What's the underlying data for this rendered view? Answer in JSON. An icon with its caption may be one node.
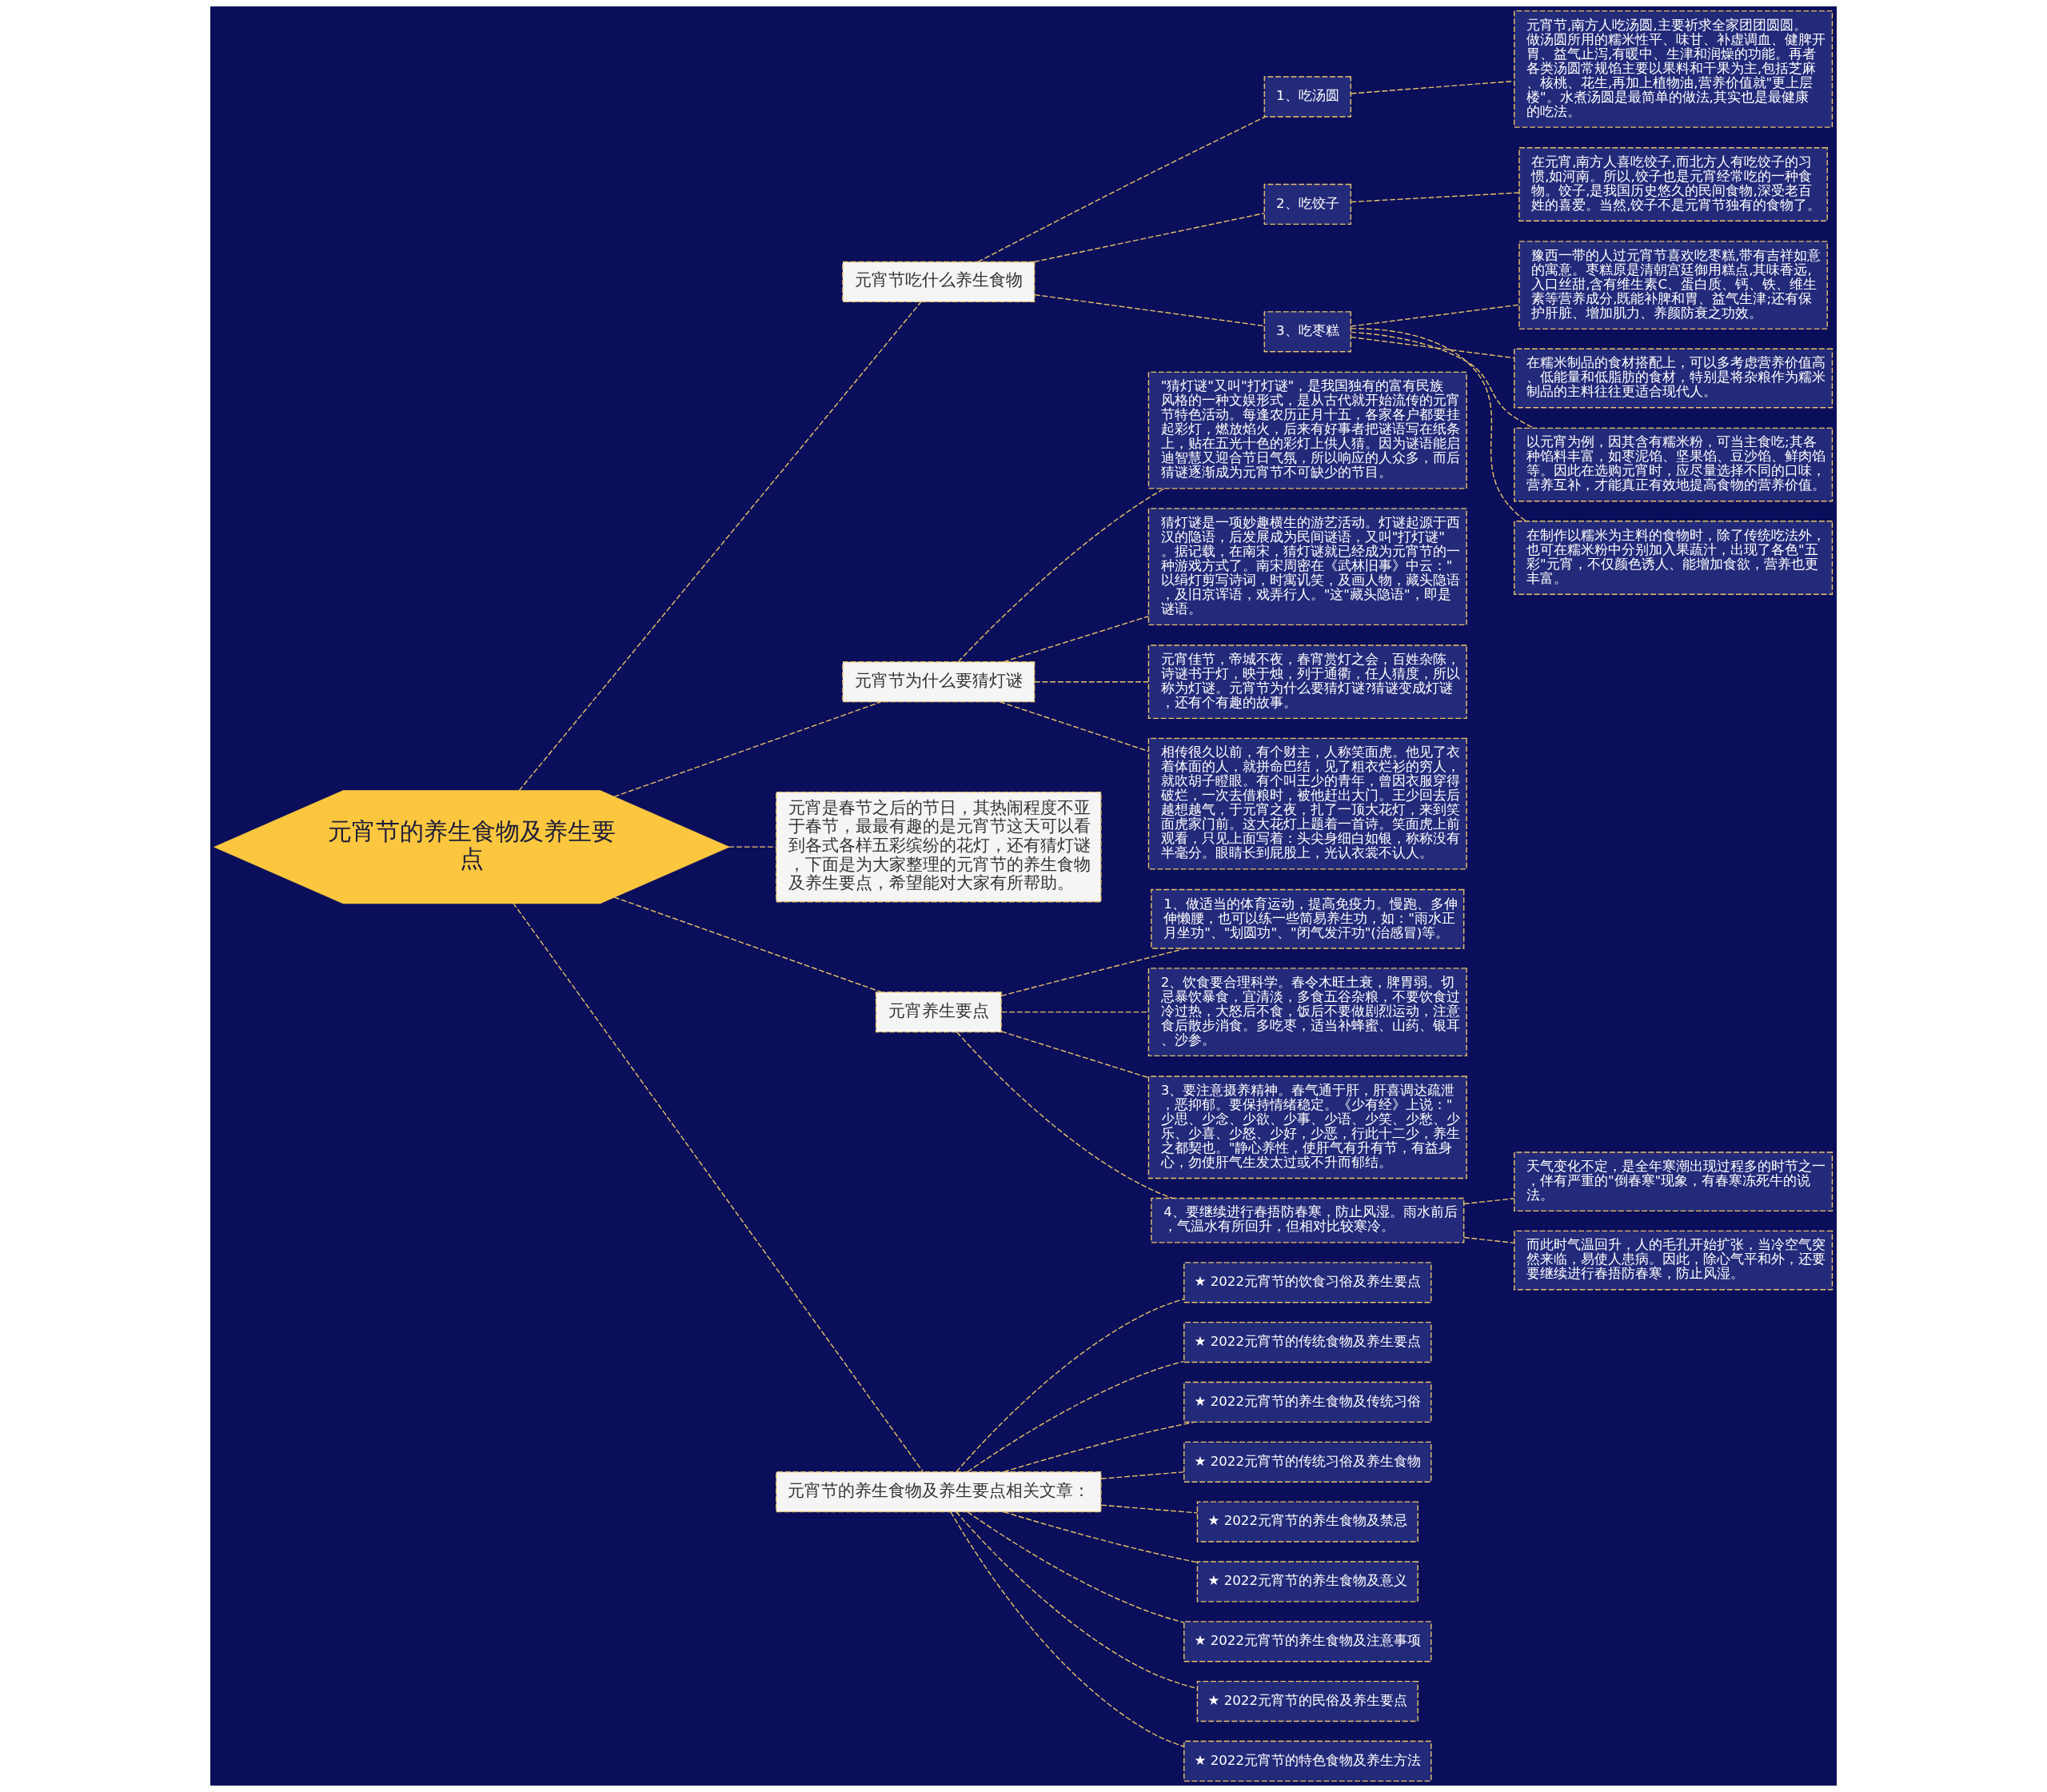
{
  "diagram": {
    "nodes": [
      {
        "text": [
          "元宵节的养生食物及养生要点"
        ]
      },
      {
        "text": [
          "元宵节吃什么养生食物"
        ]
      },
      {
        "text": [
          "1、吃汤圆"
        ]
      },
      {
        "text": [
          "元宵节,南方人吃汤圆,主要祈求全家团团圆圆。做汤圆所用的糯米性平、味甘、补虚调血、健脾开胃、益气止泻,有暖中、生津和润燥的功能。再者各类汤圆常规馅主要以果料和干果为主,包括芝麻、核桃、花生,再加上植物油,营养价值就\"更上层楼\"。水煮汤圆是最简单的做法,其实也是最健康的吃法。"
        ]
      },
      {
        "text": [
          "2、吃饺子"
        ]
      },
      {
        "text": [
          "在元宵,南方人喜吃饺子,而北方人有吃饺子的习惯,如河南。所以,饺子也是元宵经常吃的一种食物。饺子,是我国历史悠久的民间食物,深受老百姓的喜爱。当然,饺子不是元宵节独有的食物了。"
        ]
      },
      {
        "text": [
          "3、吃枣糕"
        ]
      },
      {
        "text": [
          "豫西一带的人过元宵节喜欢吃枣糕,带有吉祥如意的寓意。枣糕原是清朝宫廷御用糕点,其味香远,入口丝甜,含有维生素C、蛋白质、钙、铁、维生素等营养成分,既能补脾和胃、益气生津;还有保护肝脏、增加肌力、养颜防衰之功效。"
        ]
      },
      {
        "text": [
          "在糯米制品的食材搭配上，可以多考虑营养价值高、低能量和低脂肪的食材，特别是将杂粮作为糯米制品的主料往往更适合现代人。"
        ]
      },
      {
        "text": [
          "以元宵为例，因其含有糯米粉，可当主食吃;其各种馅料丰富，如枣泥馅、坚果馅、豆沙馅、鲜肉馅等。因此在选购元宵时，应尽量选择不同的口味，营养互补，才能真正有效地提高食物的营养价值。"
        ]
      },
      {
        "text": [
          "在制作以糯米为主料的食物时，除了传统吃法外，也可在糯米粉中分别加入果蔬汁，出现了各色\"五彩\"元宵，不仅颜色诱人、能增加食欲，营养也更丰富。"
        ]
      },
      {
        "text": [
          "元宵节为什么要猜灯谜"
        ]
      },
      {
        "text": [
          "\"猜灯谜\"又叫\"打灯谜\"，是我国独有的富有民族风格的一种文娱形式，是从古代就开始流传的元宵节特色活动。每逢农历正月十五，各家各户都要挂起彩灯，燃放焰火，后来有好事者把谜语写在纸条上，贴在五光十色的彩灯上供人猜。因为谜语能启迪智慧又迎合节日气氛，所以响应的人众多，而后猜谜逐渐成为元宵节不可缺少的节目。"
        ]
      },
      {
        "text": [
          "猜灯谜是一项妙趣横生的游艺活动。灯谜起源于西汉的隐语，后发展成为民间谜语，又叫\"打灯谜\"。据记载，在南宋，猜灯谜就已经成为元宵节的一种游戏方式了。南宋周密在《武林旧事》中云：\"以绢灯剪写诗词，时寓讥笑，及画人物，藏头隐语，及旧京诨语，戏弄行人。\"这\"藏头隐语\"，即是谜语。"
        ]
      },
      {
        "text": [
          "元宵佳节，帝城不夜，春宵赏灯之会，百姓杂陈，诗谜书于灯，映于烛，列于通衢，任人猜度，所以称为灯谜。元宵节为什么要猜灯谜?猜谜变成灯谜，还有个有趣的故事。"
        ]
      },
      {
        "text": [
          "相传很久以前，有个财主，人称笑面虎。他见了衣着体面的人，就拼命巴结，见了粗衣烂衫的穷人，就吹胡子瞪眼。有个叫王少的青年，曾因衣服穿得破烂，一次去借粮时，被他赶出大门。王少回去后越想越气，于元宵之夜，扎了一顶大花灯，来到笑面虎家门前。这大花灯上题着一首诗。笑面虎上前观看，只见上面写着：头尖身细白如银，称称没有半毫分。眼睛长到屁股上，光认衣裳不认人。"
        ]
      },
      {
        "text": [
          "元宵是春节之后的节日，其热闹程度不亚于春节，最最有趣的是元宵节这天可以看到各式各样五彩缤纷的花灯，还有猜灯谜，下面是为大家整理的元宵节的养生食物及养生要点，希望能对大家有所帮助。"
        ]
      },
      {
        "text": [
          "元宵养生要点"
        ]
      },
      {
        "text": [
          "1、做适当的体育运动，提高免疫力。慢跑、多伸伸懒腰，也可以练一些简易养生功，如：\"雨水正月坐功\"、\"划圆功\"、\"闭气发汗功\"(治感冒)等。"
        ]
      },
      {
        "text": [
          "2、饮食要合理科学。春令木旺土衰，脾胃弱。切忌暴饮暴食，宜清淡，多食五谷杂粮，不要饮食过冷过热，大怒后不食，饭后不要做剧烈运动，注意食后散步消食。多吃枣，适当补蜂蜜、山药、银耳、沙参。"
        ]
      },
      {
        "text": [
          "3、要注意摄养精神。春气通于肝，肝喜调达疏泄，恶抑郁。要保持情绪稳定。《少有经》上说：\"少思、少念、少欲、少事、少语、少笑、少愁、少乐、少喜、少怒、少好，少恶，行此十二少，养生之都契也。\"静心养性，使肝气有升有节，有益身心，勿使肝气生发太过或不升而郁结。"
        ]
      },
      {
        "text": [
          "4、要继续进行春捂防春寒，防止风湿。雨水前后，气温水有所回升，但相对比较寒冷。"
        ]
      },
      {
        "text": [
          "天气变化不定，是全年寒潮出现过程多的时节之一，伴有严重的\"倒春寒\"现象，有春寒冻死牛的说法。"
        ]
      },
      {
        "text": [
          "而此时气温回升，人的毛孔开始扩张，当冷空气突然来临，易使人患病。因此，除心气平和外，还要要继续进行春捂防春寒，防止风湿。"
        ]
      },
      {
        "text": [
          "元宵节的养生食物及养生要点相关文章："
        ]
      },
      {
        "text": [
          "★ 2022元宵节的饮食习俗及养生要点"
        ]
      },
      {
        "text": [
          "★ 2022元宵节的传统食物及养生要点"
        ]
      },
      {
        "text": [
          "★ 2022元宵节的养生食物及传统习俗"
        ]
      },
      {
        "text": [
          "★ 2022元宵节的传统习俗及养生食物"
        ]
      },
      {
        "text": [
          "★ 2022元宵节的养生食物及禁忌"
        ]
      },
      {
        "text": [
          "★ 2022元宵节的养生食物及意义"
        ]
      },
      {
        "text": [
          "★ 2022元宵节的养生食物及注意事项"
        ]
      },
      {
        "text": [
          "★ 2022元宵节的民俗及养生要点"
        ]
      },
      {
        "text": [
          "★ 2022元宵节的特色食物及养生方法"
        ]
      }
    ],
    "edges": [
      {
        "from": 0,
        "to": 1,
        "arrow": "none",
        "style": "dashed"
      },
      {
        "from": 1,
        "to": 2,
        "arrow": "none",
        "style": "dashed"
      },
      {
        "from": 2,
        "to": 3,
        "arrow": "none",
        "style": "dashed"
      },
      {
        "from": 1,
        "to": 4,
        "arrow": "none",
        "style": "dashed"
      },
      {
        "from": 4,
        "to": 5,
        "arrow": "none",
        "style": "dashed"
      },
      {
        "from": 1,
        "to": 6,
        "arrow": "none",
        "style": "dashed"
      },
      {
        "from": 6,
        "to": 7,
        "arrow": "none",
        "style": "dashed"
      },
      {
        "from": 6,
        "to": 8,
        "arrow": "none",
        "style": "dashed"
      },
      {
        "from": 6,
        "to": 9,
        "arrow": "none",
        "style": "dashed"
      },
      {
        "from": 6,
        "to": 10,
        "arrow": "none",
        "style": "dashed"
      },
      {
        "from": 0,
        "to": 11,
        "arrow": "none",
        "style": "dashed"
      },
      {
        "from": 11,
        "to": 12,
        "arrow": "none",
        "style": "dashed"
      },
      {
        "from": 11,
        "to": 13,
        "arrow": "none",
        "style": "dashed"
      },
      {
        "from": 11,
        "to": 14,
        "arrow": "none",
        "style": "dashed"
      },
      {
        "from": 11,
        "to": 15,
        "arrow": "none",
        "style": "dashed"
      },
      {
        "from": 0,
        "to": 16,
        "arrow": "none",
        "style": "dashed"
      },
      {
        "from": 0,
        "to": 17,
        "arrow": "none",
        "style": "dashed"
      },
      {
        "from": 17,
        "to": 18,
        "arrow": "none",
        "style": "dashed"
      },
      {
        "from": 17,
        "to": 19,
        "arrow": "none",
        "style": "dashed"
      },
      {
        "from": 17,
        "to": 20,
        "arrow": "none",
        "style": "dashed"
      },
      {
        "from": 17,
        "to": 21,
        "arrow": "none",
        "style": "dashed"
      },
      {
        "from": 21,
        "to": 22,
        "arrow": "none",
        "style": "dashed"
      },
      {
        "from": 21,
        "to": 23,
        "arrow": "none",
        "style": "dashed"
      },
      {
        "from": 0,
        "to": 24,
        "arrow": "none",
        "style": "dashed"
      },
      {
        "from": 24,
        "to": 25,
        "arrow": "none",
        "style": "dashed"
      },
      {
        "from": 24,
        "to": 26,
        "arrow": "none",
        "style": "dashed"
      },
      {
        "from": 24,
        "to": 27,
        "arrow": "none",
        "style": "dashed"
      },
      {
        "from": 24,
        "to": 28,
        "arrow": "none",
        "style": "dashed"
      },
      {
        "from": 24,
        "to": 29,
        "arrow": "none",
        "style": "dashed"
      },
      {
        "from": 24,
        "to": 30,
        "arrow": "none",
        "style": "dashed"
      },
      {
        "from": 24,
        "to": 31,
        "arrow": "none",
        "style": "dashed"
      },
      {
        "from": 24,
        "to": 32,
        "arrow": "none",
        "style": "dashed"
      },
      {
        "from": 24,
        "to": 33,
        "arrow": "none",
        "style": "dashed"
      }
    ]
  }
}
